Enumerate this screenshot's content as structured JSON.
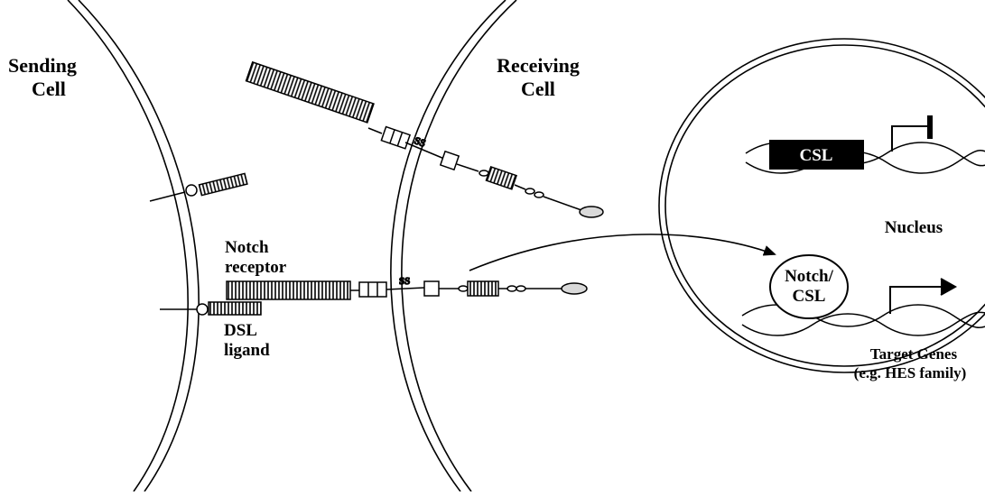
{
  "sending_cell": {
    "line1": "Sending",
    "line2": "Cell"
  },
  "receiving_cell": {
    "line1": "Receiving",
    "line2": "Cell"
  },
  "nucleus": {
    "label": "Nucleus"
  },
  "csl_box": {
    "label": "CSL"
  },
  "notch_csl": {
    "line1": "Notch/",
    "line2": "CSL"
  },
  "notch_receptor": {
    "line1": "Notch",
    "line2": "receptor"
  },
  "dsl_ligand": {
    "line1": "DSL",
    "line2": "ligand"
  },
  "target_genes": {
    "line1": "Target Genes",
    "line2": "(e.g. HES family)"
  },
  "colors": {
    "ink": "#000000",
    "paper": "#ffffff",
    "vesicle": "#d9d9d9"
  }
}
